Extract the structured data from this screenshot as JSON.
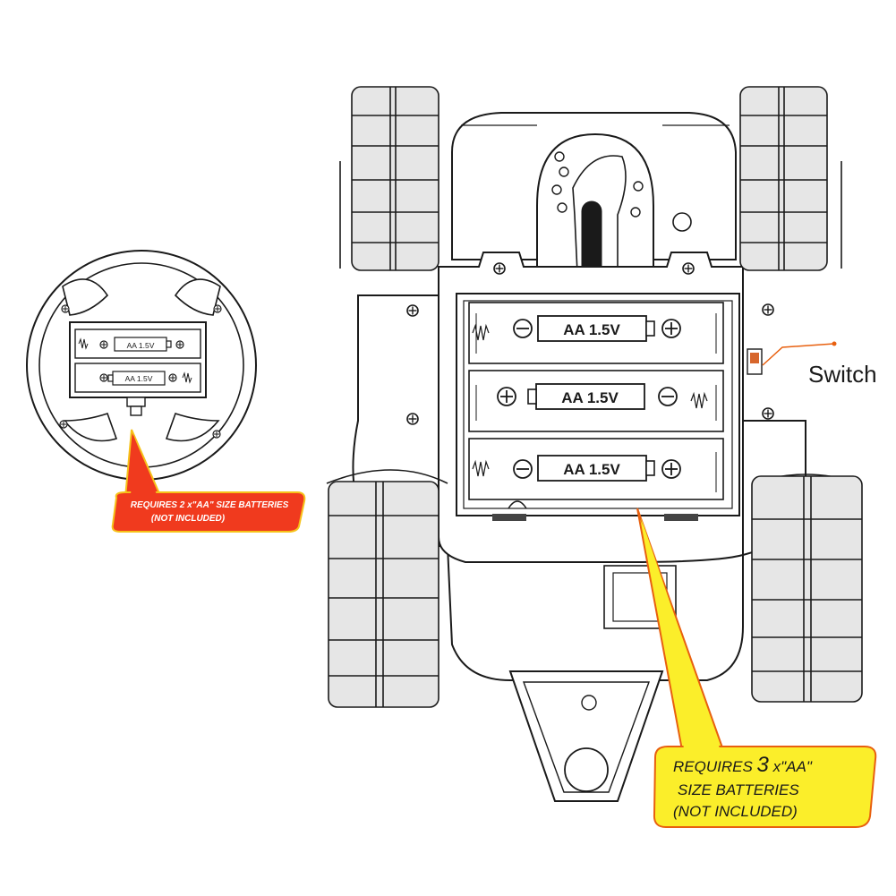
{
  "remote": {
    "battery_1": "AA 1.5V",
    "battery_2": "AA 1.5V",
    "callout_line_1": "REQUIRES 2 x\"AA\" SIZE BATTERIES",
    "callout_line_2": "(NOT INCLUDED)"
  },
  "robot": {
    "battery_1": "AA 1.5V",
    "battery_2": "AA 1.5V",
    "battery_3": "AA 1.5V",
    "switch_label": "Switch",
    "callout_line_1_pre": "REQUIRES ",
    "callout_line_1_num": "3",
    "callout_line_1_post": " x\"AA\"",
    "callout_line_2": "SIZE BATTERIES",
    "callout_line_3": "(NOT INCLUDED)"
  },
  "colors": {
    "line": "#1a1a1a",
    "wheel_fill": "#e6e6e6",
    "remote_callout_fill": "#f03a1e",
    "remote_callout_stroke": "#f6c21a",
    "robot_callout_fill": "#fbee2a",
    "robot_callout_stroke": "#e8600f",
    "switch_fill": "#d7662c",
    "leader": "#e8600f"
  }
}
